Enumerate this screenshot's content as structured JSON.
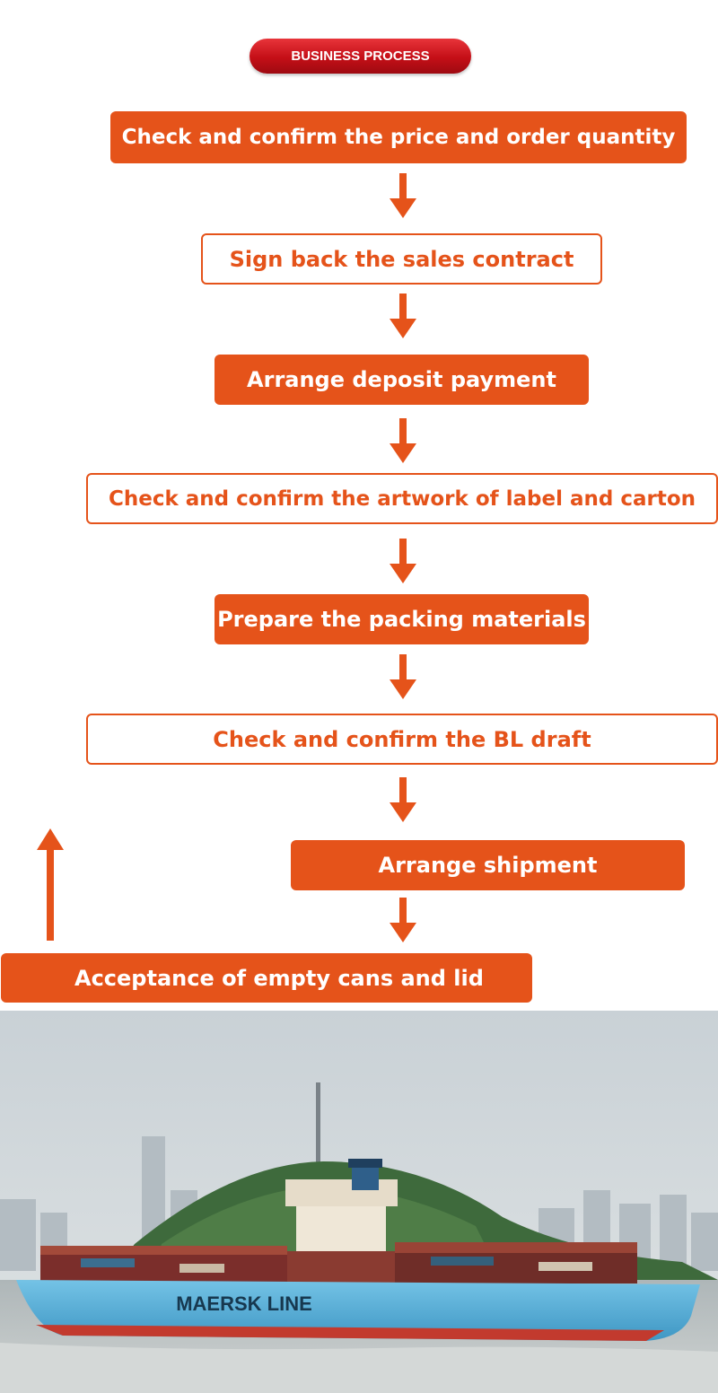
{
  "header": {
    "title": "BUSINESS PROCESS"
  },
  "steps": [
    {
      "label": "Check and confirm the price and order quantity",
      "style": "filled"
    },
    {
      "label": "Sign back the sales contract",
      "style": "outline"
    },
    {
      "label": "Arrange deposit payment",
      "style": "filled"
    },
    {
      "label": "Check and confirm the artwork of label and carton",
      "style": "outline"
    },
    {
      "label": "Prepare the packing materials",
      "style": "filled"
    },
    {
      "label": "Check and confirm the BL draft",
      "style": "outline"
    },
    {
      "label": "Arrange shipment",
      "style": "filled"
    },
    {
      "label": "Acceptance of empty cans and lid",
      "style": "filled"
    }
  ],
  "photo": {
    "hull_text": "MAERSK LINE"
  },
  "colors": {
    "accent": "#e5531a",
    "pill": "#c40f17",
    "hull": "#5ab0d8"
  }
}
